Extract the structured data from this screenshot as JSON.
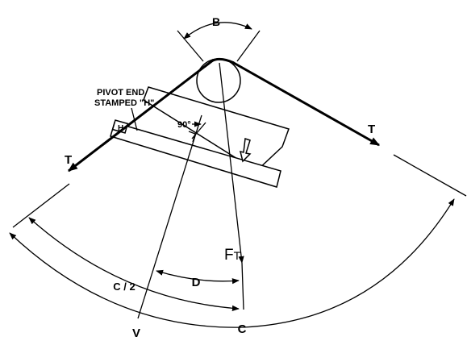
{
  "labels": {
    "angle_b": "B",
    "pivot_end": [
      "PIVOT END",
      "STAMPED \"H\""
    ],
    "pivot_h": "H",
    "right_angle": "90°",
    "tension_left": "T",
    "tension_right": "T",
    "resultant_force": "F",
    "resultant_force_sub": "T",
    "half_c": "C / 2",
    "d": "D",
    "v": "V",
    "c": "C"
  }
}
